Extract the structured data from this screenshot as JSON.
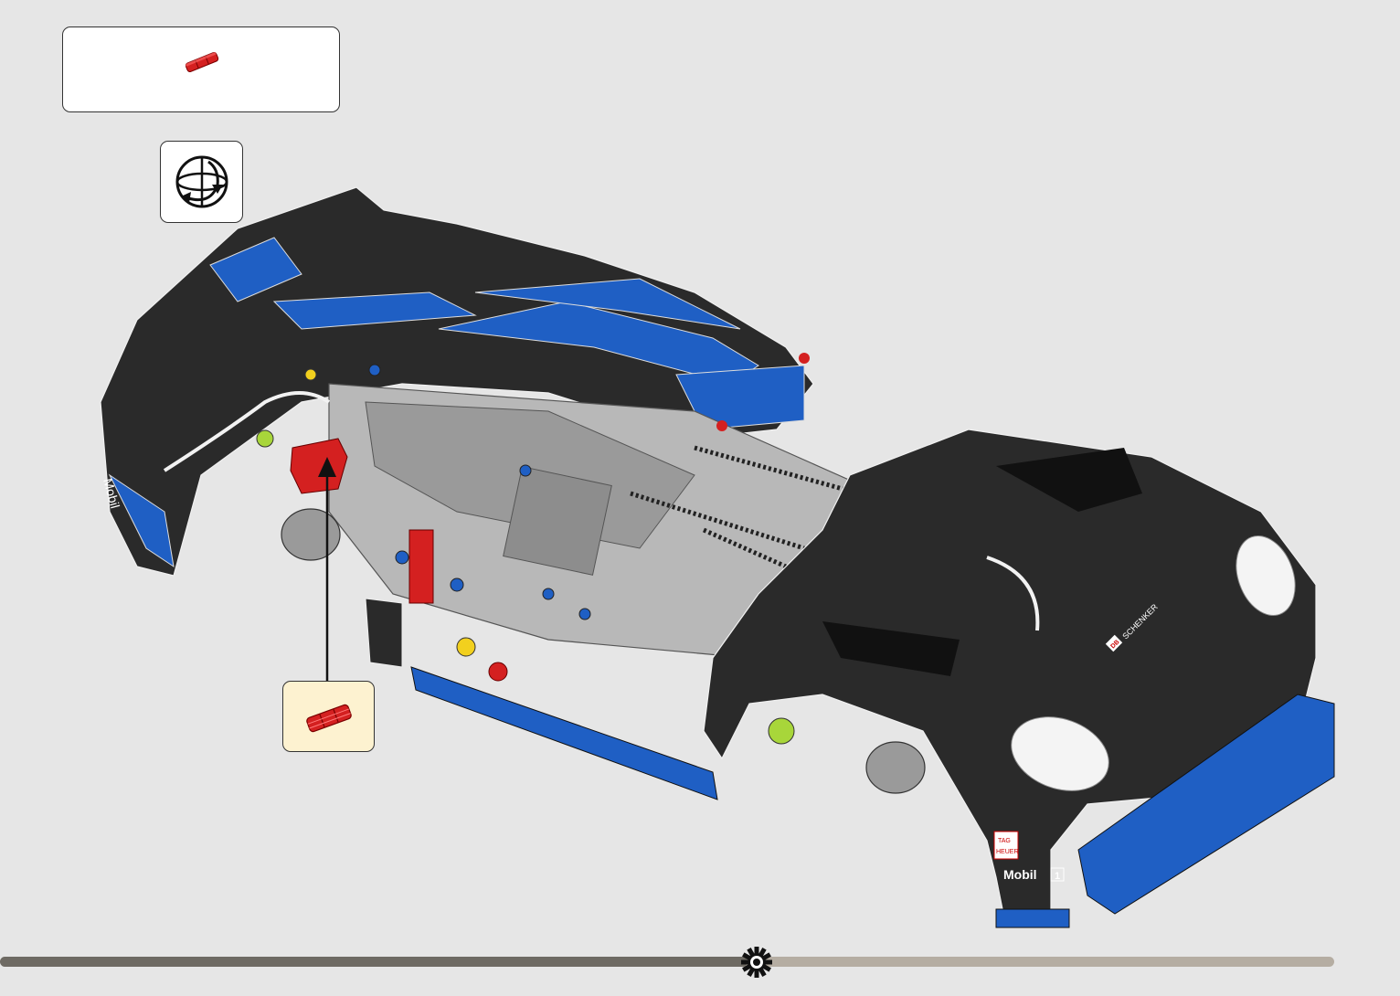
{
  "page": {
    "background": "#e6e6e6"
  },
  "parts_list": {
    "parts": [
      {
        "name": "axle-pin-red",
        "color": "#d42020"
      }
    ]
  },
  "rotate_icon": {
    "icon": "rotate-model-icon"
  },
  "callout": {
    "part": "axle-pin-red",
    "color": "#d42020"
  },
  "model": {
    "name": "car-chassis-assembly",
    "colors": {
      "body_black": "#2a2a2a",
      "accent_blue": "#1f5fc4",
      "frame_grey": "#b8b8b8",
      "highlight_red": "#d42020",
      "lime": "#a8d63a",
      "yellow": "#f2d01e",
      "orange": "#ef8a2a"
    },
    "decals": {
      "sponsor_1": "Mobil",
      "sponsor_1_badge": "1",
      "sponsor_2": "SCHENKER",
      "sponsor_2_badge": "DB",
      "sponsor_3": "TAG",
      "sponsor_3_line2": "HEUER"
    }
  },
  "progress": {
    "fraction_complete": 0.56,
    "icon": "gear-icon",
    "done_color": "#6e6a63",
    "remaining_color": "#b5ada2"
  }
}
